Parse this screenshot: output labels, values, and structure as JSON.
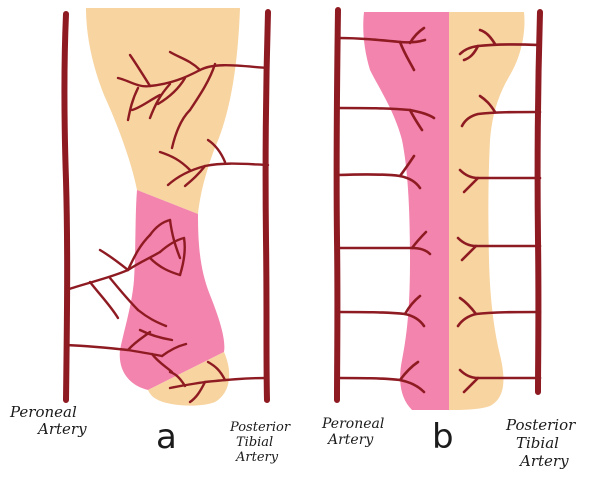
{
  "colors": {
    "vessel": "#8e1a22",
    "skin_flap": "#f7d4a0",
    "muscle_flap": "#f284ad",
    "background": "#ffffff"
  },
  "panel_a": {
    "label": "a",
    "left_vessel_label": [
      "Peroneal",
      "Artery"
    ],
    "right_vessel_label": [
      "Posterior",
      "Tibial",
      "Artery"
    ]
  },
  "panel_b": {
    "label": "b",
    "left_vessel_label": [
      "Peroneal",
      "Artery"
    ],
    "right_vessel_label": [
      "Posterior",
      "Tibial",
      "Artery"
    ]
  }
}
